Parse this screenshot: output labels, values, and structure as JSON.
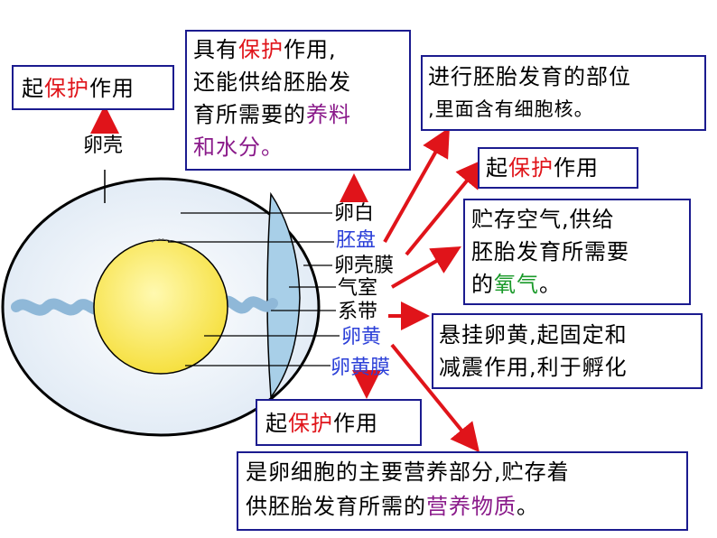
{
  "egg_labels": {
    "shell": "卵壳",
    "albumen": "卵白",
    "germinal_disc": "胚盘",
    "shell_membrane": "卵壳膜",
    "air_cell": "气室",
    "chalaza": "系带",
    "yolk": "卵黄",
    "yolk_membrane": "卵黄膜"
  },
  "boxes": {
    "shell_func": {
      "pre": "起",
      "hl": "保护",
      "post": "作用"
    },
    "albumen_func": {
      "line1_pre": "具有",
      "line1_hl": "保护",
      "line1_post": "作用,",
      "line2": "还能供给胚胎发",
      "line3_pre": "育所需要的",
      "line3_hl": "养料",
      "line4": "和水分。"
    },
    "disc_func": {
      "line1": "进行胚胎发育的部位",
      "line2": ",里面含有细胞核。"
    },
    "membrane_func": {
      "pre": "起",
      "hl": "保护",
      "post": "作用"
    },
    "air_func": {
      "line1": "贮存空气,供给",
      "line2": "胚胎发育所需要",
      "line3_pre": "的",
      "line3_hl": "氧气",
      "line3_post": "。"
    },
    "chalaza_func": {
      "line1": "悬挂卵黄,起固定和",
      "line2": "减震作用,利于孵化"
    },
    "yolk_membrane_func": {
      "pre": "起",
      "hl": "保护",
      "post": "作用"
    },
    "yolk_func": {
      "line1": "是卵细胞的主要营养部分,贮存着",
      "line2_pre": "供胚胎发育所需的",
      "line2_hl": "营养物质",
      "line2_post": "。"
    }
  },
  "colors": {
    "box_border": "#1b1b8f",
    "arrow": "#e0141a",
    "highlight": "#e0141a",
    "nutrient": "#8a1a8a",
    "oxygen": "#1a9a2a",
    "label_blue": "#2b3fd8",
    "yolk": "#fff06a",
    "egg_white": "#e8f0f8"
  }
}
